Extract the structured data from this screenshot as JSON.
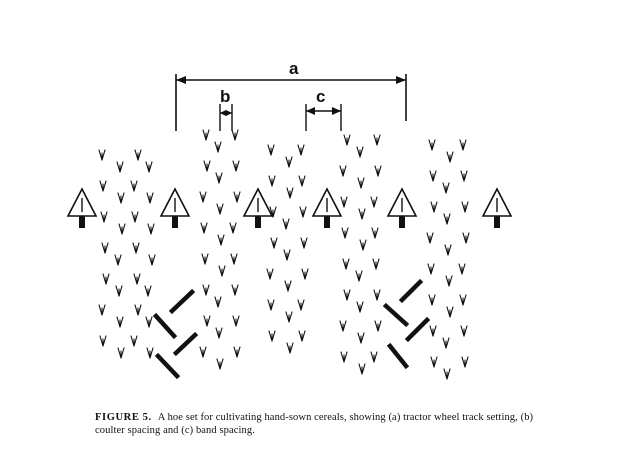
{
  "diagram": {
    "labels": {
      "a": "a",
      "b": "b",
      "c": "c"
    }
  },
  "caption": {
    "figure_label": "FIGURE 5.",
    "text": "A hoe set for cultivating hand-sown cereals, showing (a) tractor wheel track setting, (b) coulter spacing and (c) band spacing."
  }
}
